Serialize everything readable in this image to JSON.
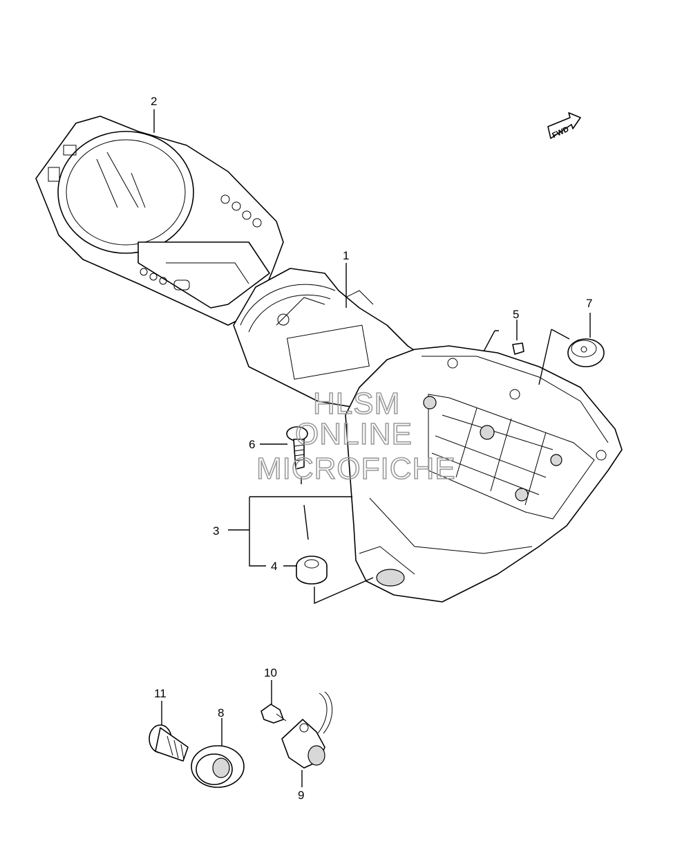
{
  "fwd_label": "FWD",
  "callouts": {
    "c1": "1",
    "c2": "2",
    "c3": "3",
    "c4": "4",
    "c5": "5",
    "c6": "6",
    "c7": "7",
    "c8": "8",
    "c9": "9",
    "c10": "10",
    "c11": "11"
  },
  "watermark": {
    "line1": "HLSM",
    "line2": "ONLINE",
    "line3": "MICROFICHE"
  }
}
